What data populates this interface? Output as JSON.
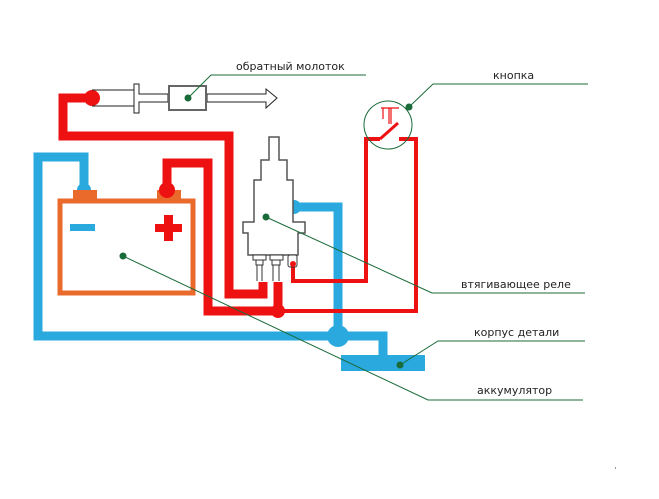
{
  "diagram": {
    "title": "",
    "colors": {
      "positive_wire": "#ee1111",
      "negative_wire": "#2aa9de",
      "battery": "#ea6a2c",
      "leader_line": "#1a6b3a",
      "outline": "#666666"
    },
    "battery_signs": {
      "minus": "−",
      "plus": "+"
    },
    "labels": {
      "slide_hammer": "обратный молоток",
      "button": "кнопка",
      "solenoid": "втягивающее реле",
      "body_ground": "корпус детали",
      "battery": "аккумулятор"
    }
  }
}
